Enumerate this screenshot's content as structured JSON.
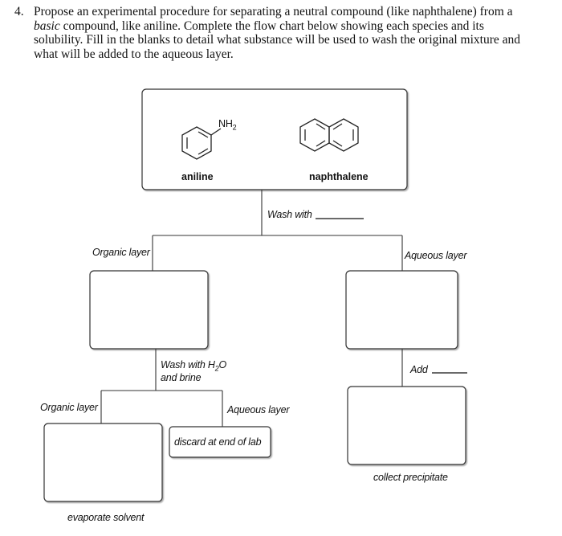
{
  "question": {
    "number": "4.",
    "pre": "Propose an experimental procedure for separating a neutral compound (like naphthalene) from a ",
    "emphasis": "basic",
    "post": " compound, like aniline.  Complete the flow chart below showing each species and its solubility. Fill in the blanks to detail what substance will be used to wash the original mixture and what will be added to the aqueous layer."
  },
  "molecules": {
    "aniline": "aniline",
    "naphthalene": "naphthalene",
    "nh2_main": "NH",
    "nh2_sub": "2"
  },
  "labels": {
    "wash_with": "Wash with",
    "organic_layer_1": "Organic layer",
    "aqueous_layer_1": "Aqueous layer",
    "wash_h2o_pre": "Wash with H",
    "wash_h2o_sub": "2",
    "wash_h2o_post": "O",
    "and_brine": "and brine",
    "add": "Add",
    "organic_layer_2": "Organic layer",
    "aqueous_layer_2": "Aqueous layer",
    "discard": "discard at end of lab",
    "evaporate": "evaporate solvent",
    "collect": "collect precipitate"
  }
}
